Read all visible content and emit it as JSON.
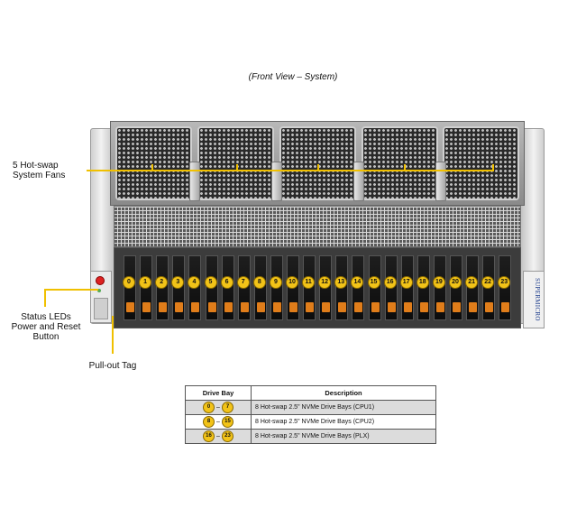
{
  "caption": "(Front View – System)",
  "callouts": {
    "fans": [
      "5 Hot-swap",
      "System Fans"
    ],
    "status": [
      "Status LEDs",
      "Power and Reset",
      "Button"
    ],
    "pulltag": "Pull-out Tag"
  },
  "brand": "SUPERMICRO",
  "drive_bays": [
    "0",
    "1",
    "2",
    "3",
    "4",
    "5",
    "6",
    "7",
    "8",
    "9",
    "10",
    "11",
    "12",
    "13",
    "14",
    "15",
    "16",
    "17",
    "18",
    "19",
    "20",
    "21",
    "22",
    "23"
  ],
  "colors": {
    "badge": "#f2c318",
    "callout_line": "#f0c000",
    "drive_tab": "#e07d1a"
  },
  "table": {
    "headers": [
      "Drive Bay",
      "Description"
    ],
    "rows": [
      {
        "from": "0",
        "to": "7",
        "description": "8 Hot-swap 2.5\" NVMe Drive Bays (CPU1)"
      },
      {
        "from": "8",
        "to": "15",
        "description": "8 Hot-swap 2.5\" NVMe Drive Bays (CPU2)"
      },
      {
        "from": "16",
        "to": "23",
        "description": "8 Hot-swap 2.5\" NVMe Drive Bays (PLX)"
      }
    ]
  }
}
